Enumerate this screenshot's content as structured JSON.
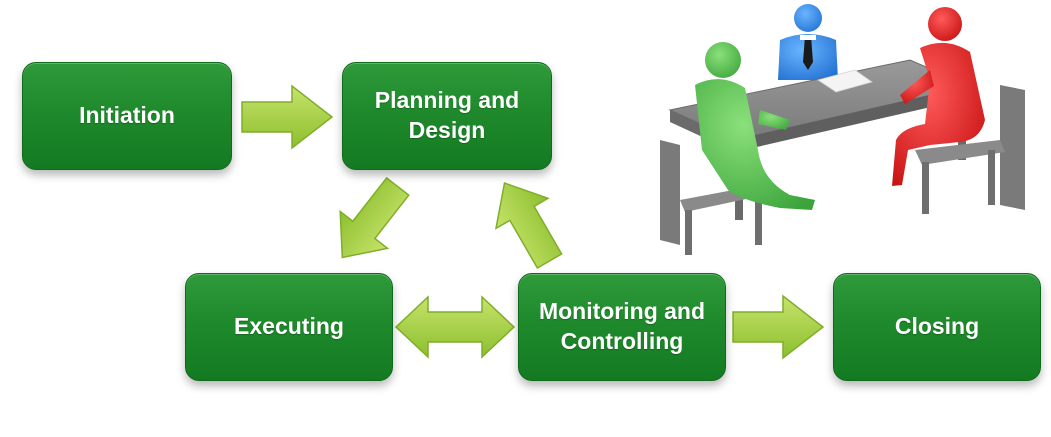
{
  "diagram": {
    "nodes": [
      {
        "id": "initiation",
        "label": "Initiation"
      },
      {
        "id": "planning",
        "label": "Planning and Design"
      },
      {
        "id": "executing",
        "label": "Executing"
      },
      {
        "id": "monitoring",
        "label": "Monitoring and Controlling"
      },
      {
        "id": "closing",
        "label": "Closing"
      }
    ],
    "edges": [
      {
        "from": "initiation",
        "to": "planning"
      },
      {
        "from": "planning",
        "to": "executing"
      },
      {
        "from": "monitoring",
        "to": "planning"
      },
      {
        "from": "executing",
        "to": "monitoring",
        "bidirectional": true
      },
      {
        "from": "monitoring",
        "to": "closing"
      }
    ],
    "colors": {
      "node_fill": "#1f8a2c",
      "node_text": "#ffffff",
      "arrow_fill": "#a8cf45",
      "arrow_stroke": "#7fae2a"
    },
    "illustration": {
      "subject": "meeting-at-table",
      "figures": [
        "green-person-icon",
        "blue-person-icon",
        "red-person-icon"
      ]
    }
  }
}
